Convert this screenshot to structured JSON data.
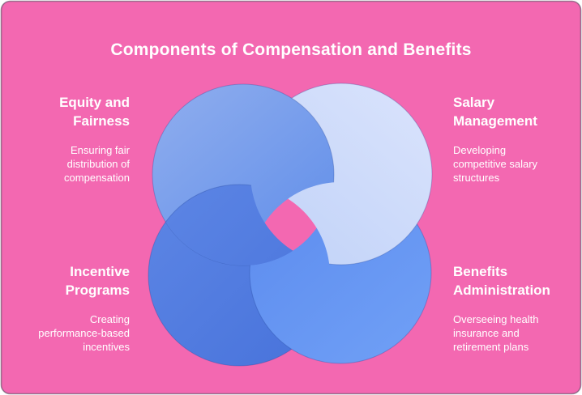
{
  "title": "Components of Compensation and Benefits",
  "theme": {
    "background": "#F368B1",
    "border_stroke": "#4A3A50",
    "circle_stroke": "#1E4096",
    "text_color": "#FFFFFF"
  },
  "diagram": {
    "circles": [
      {
        "name": "equity-fairness-circle",
        "position": "top-left",
        "gradient": [
          "#8DACEE",
          "#5F8DE9"
        ]
      },
      {
        "name": "salary-management-circle",
        "position": "top-right",
        "gradient": [
          "#D8E2FC",
          "#C2D3F8"
        ]
      },
      {
        "name": "incentive-programs-circle",
        "position": "bottom-left",
        "gradient": [
          "#5B84E4",
          "#4873DB"
        ]
      },
      {
        "name": "benefits-administration-circle",
        "position": "bottom-right",
        "gradient": [
          "#5E8DEF",
          "#70A0F6"
        ]
      }
    ]
  },
  "sections": [
    {
      "heading_lines": [
        "Equity and",
        "Fairness"
      ],
      "body_lines": [
        "Ensuring fair",
        "distribution of",
        "compensation"
      ]
    },
    {
      "heading_lines": [
        "Salary",
        "Management"
      ],
      "body_lines": [
        "Developing",
        "competitive salary",
        "structures"
      ]
    },
    {
      "heading_lines": [
        "Incentive",
        "Programs"
      ],
      "body_lines": [
        "Creating",
        "performance-based",
        "incentives"
      ]
    },
    {
      "heading_lines": [
        "Benefits",
        "Administration"
      ],
      "body_lines": [
        "Overseeing health",
        "insurance and",
        "retirement plans"
      ]
    }
  ]
}
